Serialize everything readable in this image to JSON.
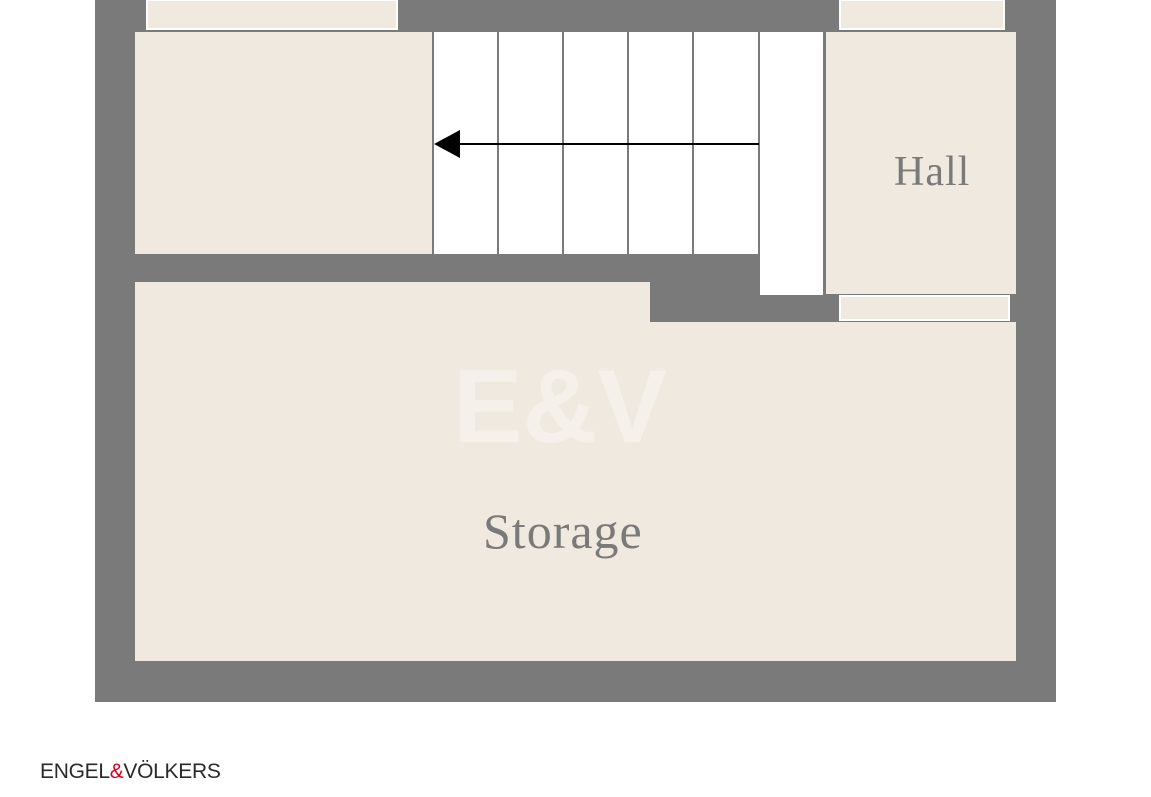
{
  "rooms": {
    "hall": "Hall",
    "storage": "Storage"
  },
  "watermark": "E&V",
  "brand": {
    "left": "ENGEL",
    "amp": "&",
    "right": "VÖLKERS"
  },
  "colors": {
    "wall": "#7a7a7a",
    "floor": "#f0e9df",
    "stairs": "#ffffff",
    "brand_accent": "#d6001c"
  },
  "stairs": {
    "direction": "left",
    "arrow_icon": "arrow-left-icon"
  }
}
